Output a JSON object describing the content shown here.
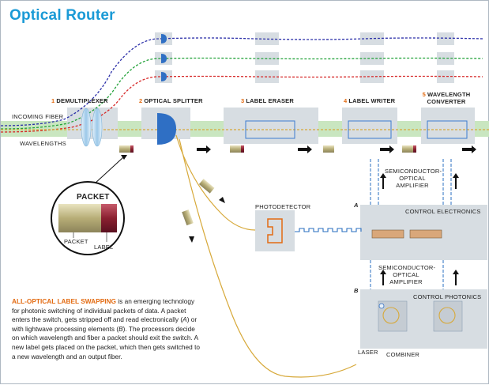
{
  "title": "Optical Router",
  "labels": {
    "incoming_fiber": "INCOMING FIBER",
    "wavelengths": "WAVELENGTHS",
    "packet_title": "PACKET",
    "packet": "PACKET",
    "label": "LABEL",
    "photodetector": "PHOTODETECTOR",
    "soa_top": "SEMICONDUCTOR-\nOPTICAL\nAMPLIFIER",
    "soa_bottom": "SEMICONDUCTOR-\nOPTICAL\nAMPLIFIER",
    "control_electronics": "CONTROL ELECTRONICS",
    "control_photonics": "CONTROL PHOTONICS",
    "laser": "LASER",
    "combiner": "COMBINER",
    "marker_a": "A",
    "marker_b": "B"
  },
  "steps": [
    {
      "num": "1",
      "name": "DEMULTIPLEXER"
    },
    {
      "num": "2",
      "name": "OPTICAL SPLITTER"
    },
    {
      "num": "3",
      "name": "LABEL ERASER"
    },
    {
      "num": "4",
      "name": "LABEL WRITER"
    },
    {
      "num": "5",
      "name": "WAVELENGTH\nCONVERTER"
    }
  ],
  "caption": {
    "lead": "ALL-OPTICAL LABEL SWAPPING",
    "body_1": " is an emerging technology for photonic switching of individual packets of data. A packet enters the switch, gets stripped off and read electronically (",
    "a": "A",
    "body_2": ") or with lightwave processing elements (",
    "b": "B",
    "body_3": "). The processors decide on which wavelength and fiber a packet should exit the switch. A new label gets placed on the packet, which then gets switched to a new wavelength and an output fiber."
  },
  "colors": {
    "title": "#1a9ad6",
    "accent_orange": "#e36b12",
    "fiber_band": "#c9e6c0",
    "box_fill": "#d7dde2",
    "blue_wave": "#2a2ea8",
    "green_wave": "#23a23a",
    "red_wave": "#d62828",
    "gold_wave": "#d7a93a",
    "packet_body": "#c9bf8c",
    "packet_label": "#8a2030"
  },
  "icons": [
    "lens-icon",
    "arrow-right-icon",
    "arrow-up-icon",
    "arrow-down-icon",
    "packet-icon",
    "mirror-icon",
    "chip-icon",
    "laser-icon"
  ]
}
